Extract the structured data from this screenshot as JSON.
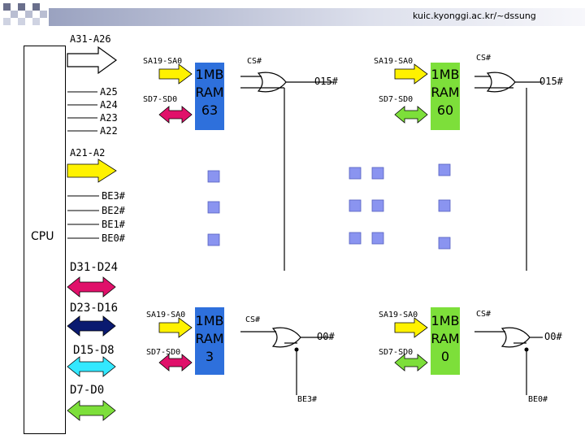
{
  "header": {
    "url": "kuic.kyonggi.ac.kr/~dssung"
  },
  "cpu": {
    "label": "CPU"
  },
  "address_buses": {
    "upper": "A31-A26",
    "lines": [
      "A25",
      "A24",
      "A23",
      "A22"
    ],
    "lower": "A21-A2"
  },
  "byte_enables": [
    "BE3#",
    "BE2#",
    "BE1#",
    "BE0#"
  ],
  "data_buses": [
    "D31-D24",
    "D23-D16",
    "D15-D8",
    "D7-D0"
  ],
  "modules": [
    {
      "title": [
        "1MB",
        "RAM",
        "63"
      ],
      "addr": "SA19-SA0",
      "data": "SD7-SD0",
      "cs": "CS#",
      "out": "O15#",
      "be": ""
    },
    {
      "title": [
        "1MB",
        "RAM",
        "60"
      ],
      "addr": "SA19-SA0",
      "data": "SD7-SD0",
      "cs": "CS#",
      "out": "O15#",
      "be": ""
    },
    {
      "title": [
        "1MB",
        "RAM",
        "3"
      ],
      "addr": "SA19-SA0",
      "data": "SD7-SD0",
      "cs": "CS#",
      "out": "O0#",
      "be": "BE3#"
    },
    {
      "title": [
        "1MB",
        "RAM",
        "0"
      ],
      "addr": "SA19-SA0",
      "data": "SD7-SD0",
      "cs": "CS#",
      "out": "O0#",
      "be": "BE0#"
    }
  ],
  "colors": {
    "ram": "#2e70dc",
    "yellow": "#fff200",
    "pink": "#e0106a",
    "green": "#7ddf3a",
    "navy": "#0a1a70",
    "cyan": "#33e8ff",
    "square": "#8a94f0"
  }
}
